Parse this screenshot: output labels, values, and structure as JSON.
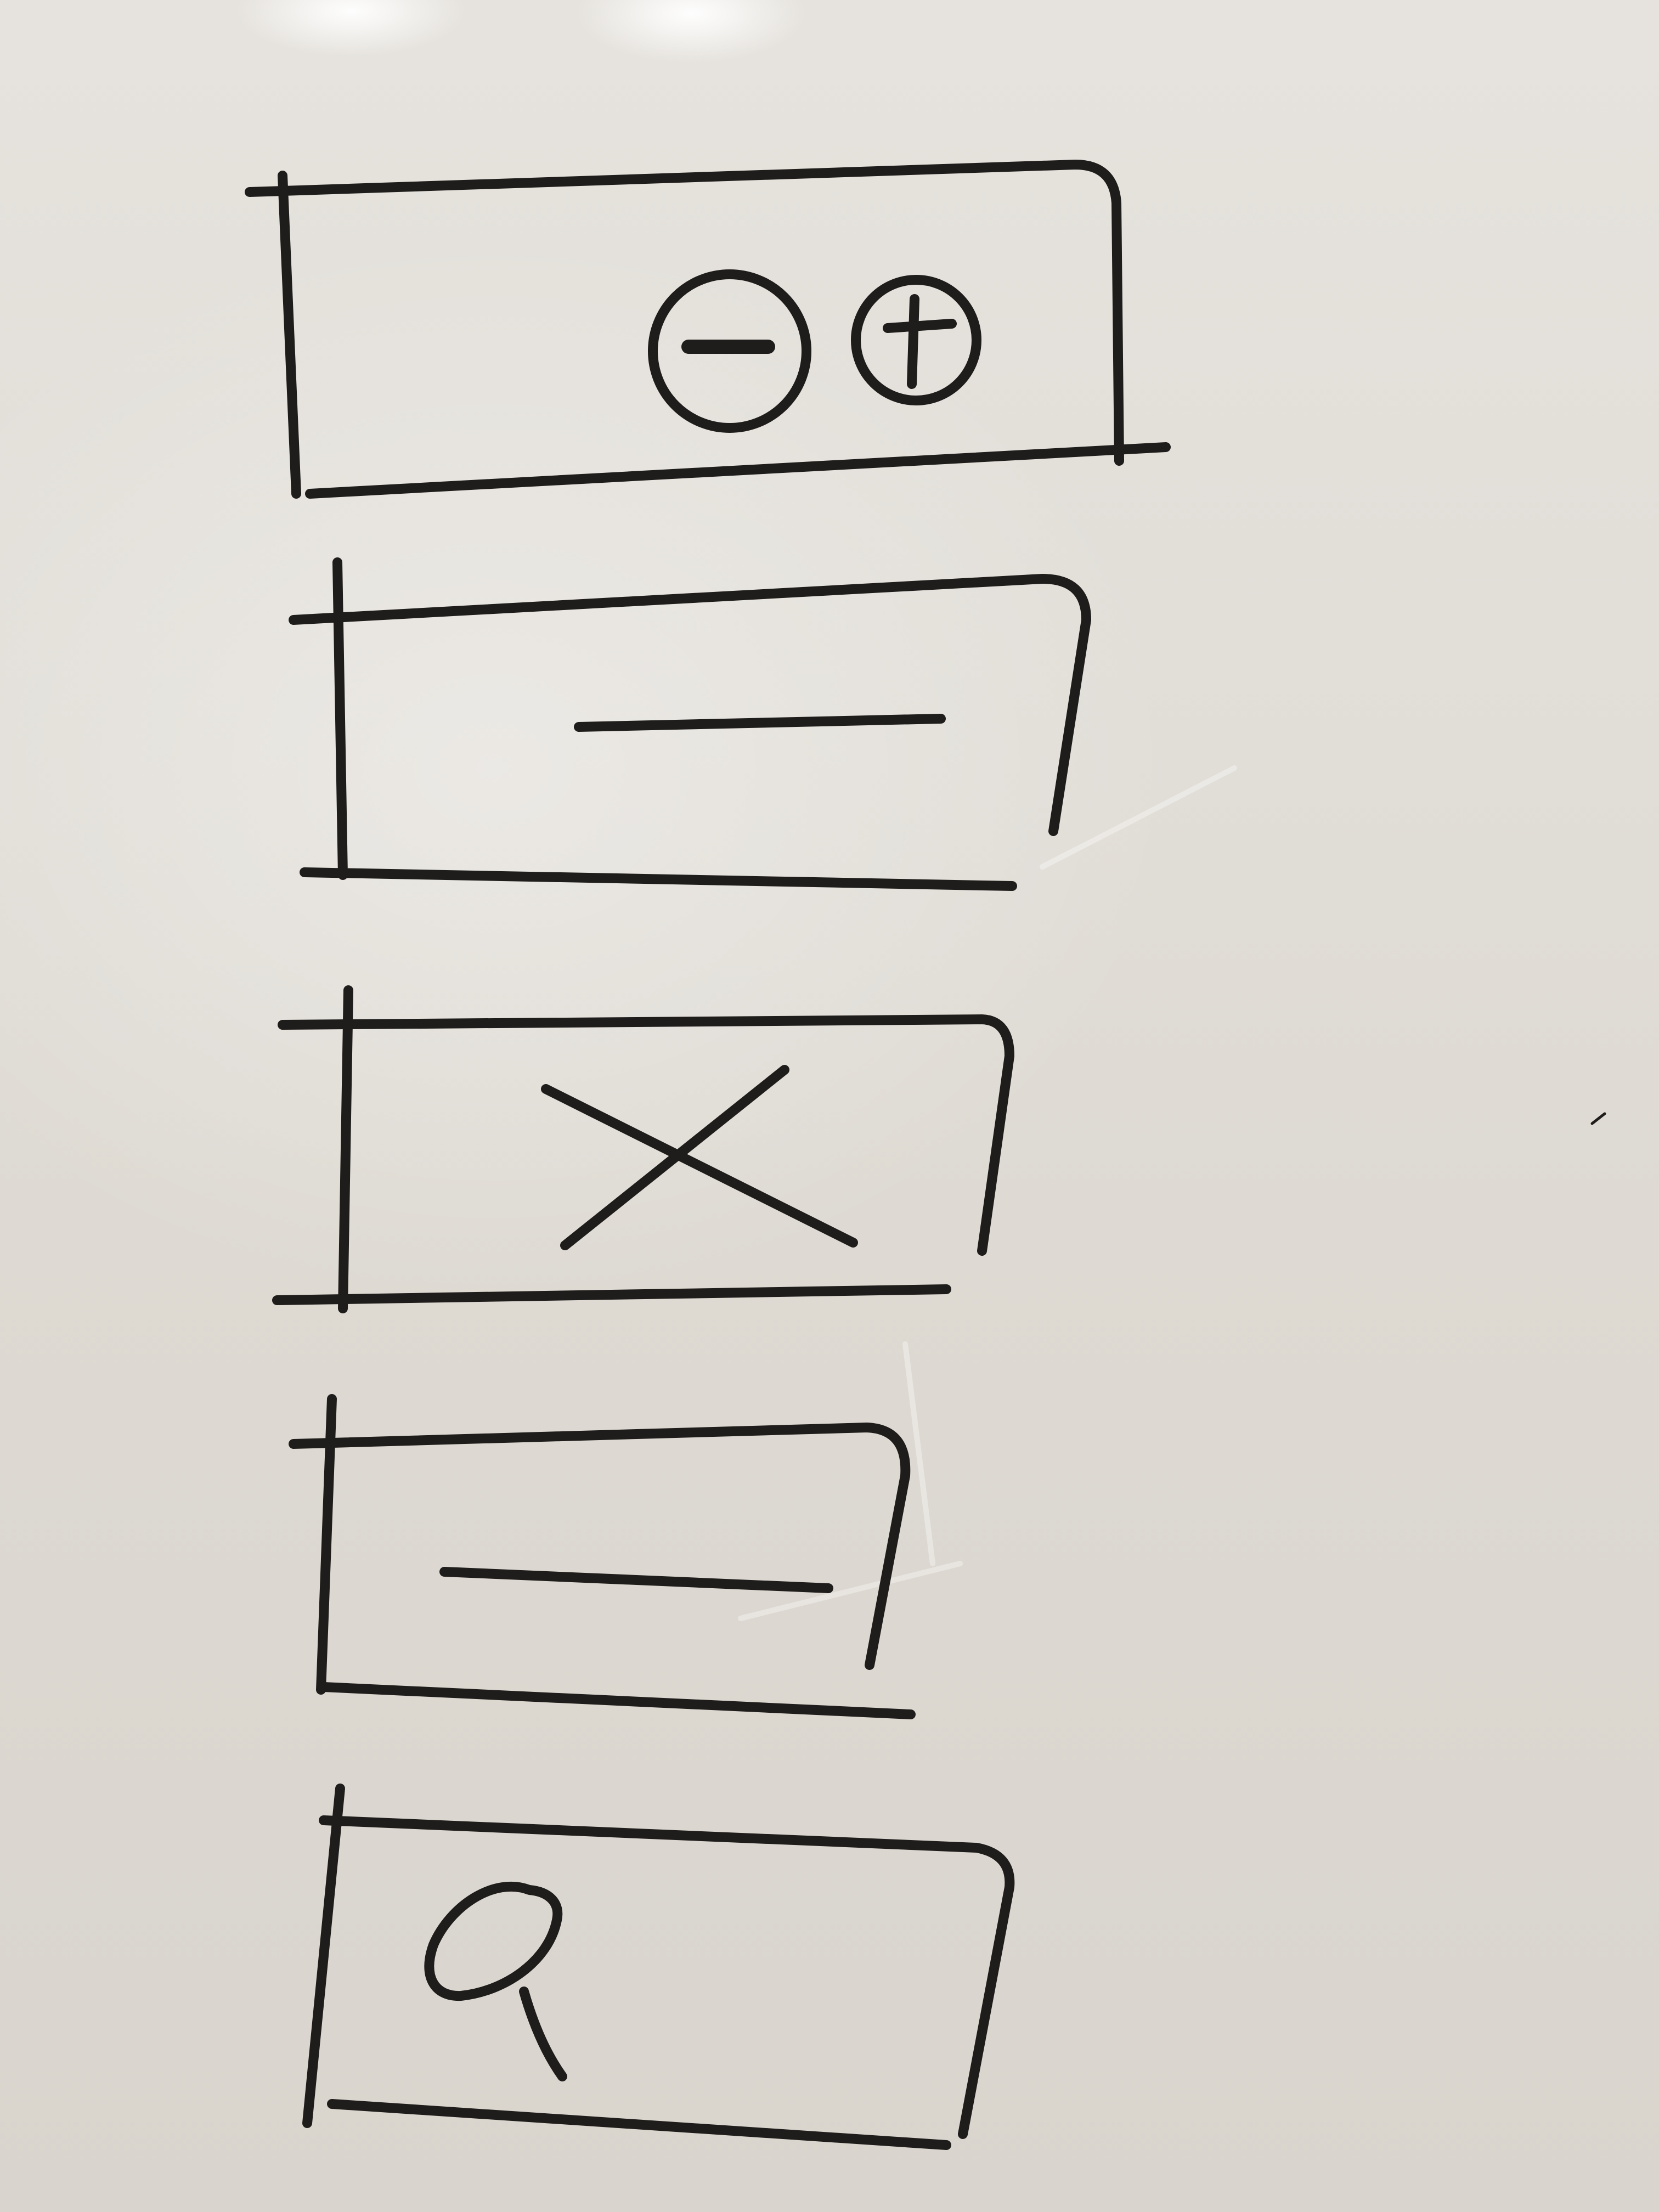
{
  "sketch": {
    "description_free": true,
    "ink_color": "#1f1d1b",
    "board_color": "#e2ded8",
    "frames": [
      {
        "id": "zoom-controls",
        "icons": [
          "minus-circle-icon",
          "plus-circle-icon"
        ]
      },
      {
        "id": "minimize-bar",
        "icons": [
          "minus-line-icon"
        ]
      },
      {
        "id": "close-bar",
        "icons": [
          "x-icon"
        ]
      },
      {
        "id": "minimize-bar-2",
        "icons": [
          "minus-line-icon"
        ]
      },
      {
        "id": "search-bar",
        "icons": [
          "search-icon"
        ]
      }
    ]
  }
}
